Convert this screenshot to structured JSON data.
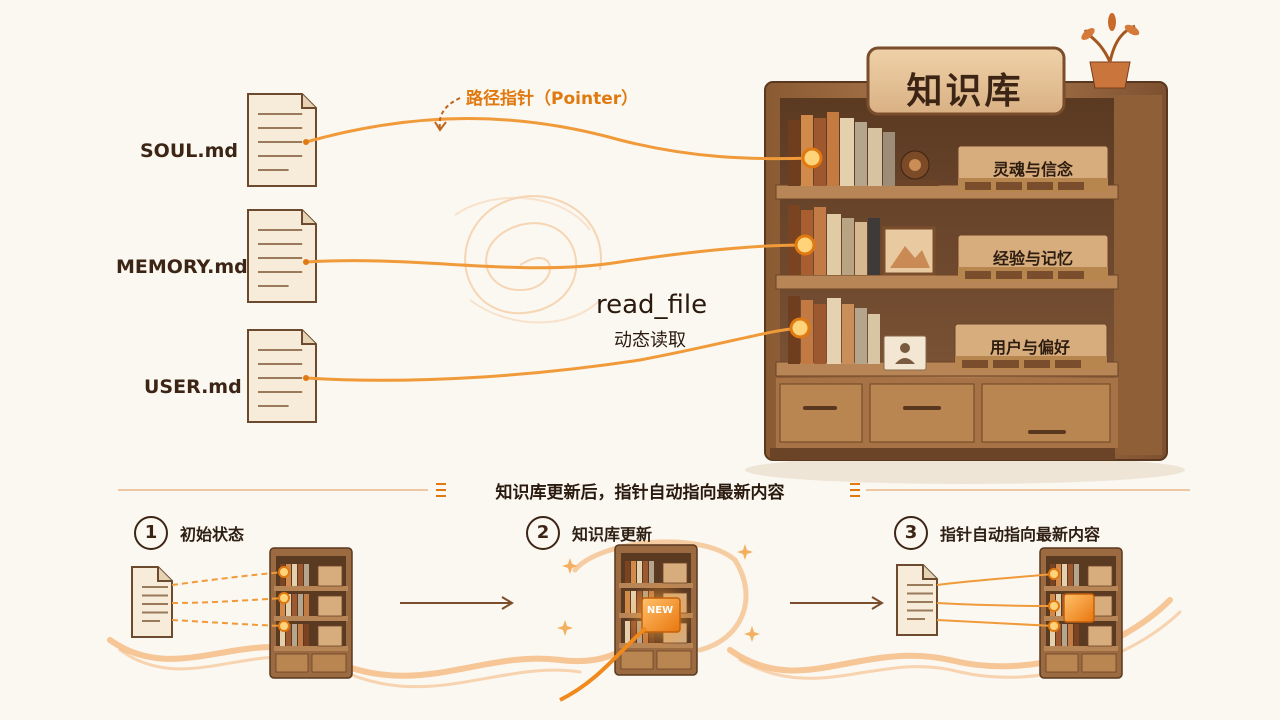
{
  "files": [
    {
      "label": "SOUL.md"
    },
    {
      "label": "MEMORY.md"
    },
    {
      "label": "USER.md"
    }
  ],
  "annotations": {
    "pointer": "路径指针（Pointer）",
    "read_file": "read_file",
    "read_file_sub": "动态读取"
  },
  "bookshelf": {
    "sign": "知识库",
    "shelves": [
      "灵魂与信念",
      "经验与记忆",
      "用户与偏好"
    ]
  },
  "divider_caption": "知识库更新后，指针自动指向最新内容",
  "steps": [
    {
      "num": "1",
      "label": "初始状态"
    },
    {
      "num": "2",
      "label": "知识库更新"
    },
    {
      "num": "3",
      "label": "指针自动指向最新内容"
    }
  ],
  "new_badge": "NEW",
  "colors": {
    "accent": "#f08a1c",
    "wood_dark": "#7a4e2c",
    "wood_mid": "#a5734a",
    "wood_light": "#c99a6c",
    "text": "#3d2515"
  }
}
